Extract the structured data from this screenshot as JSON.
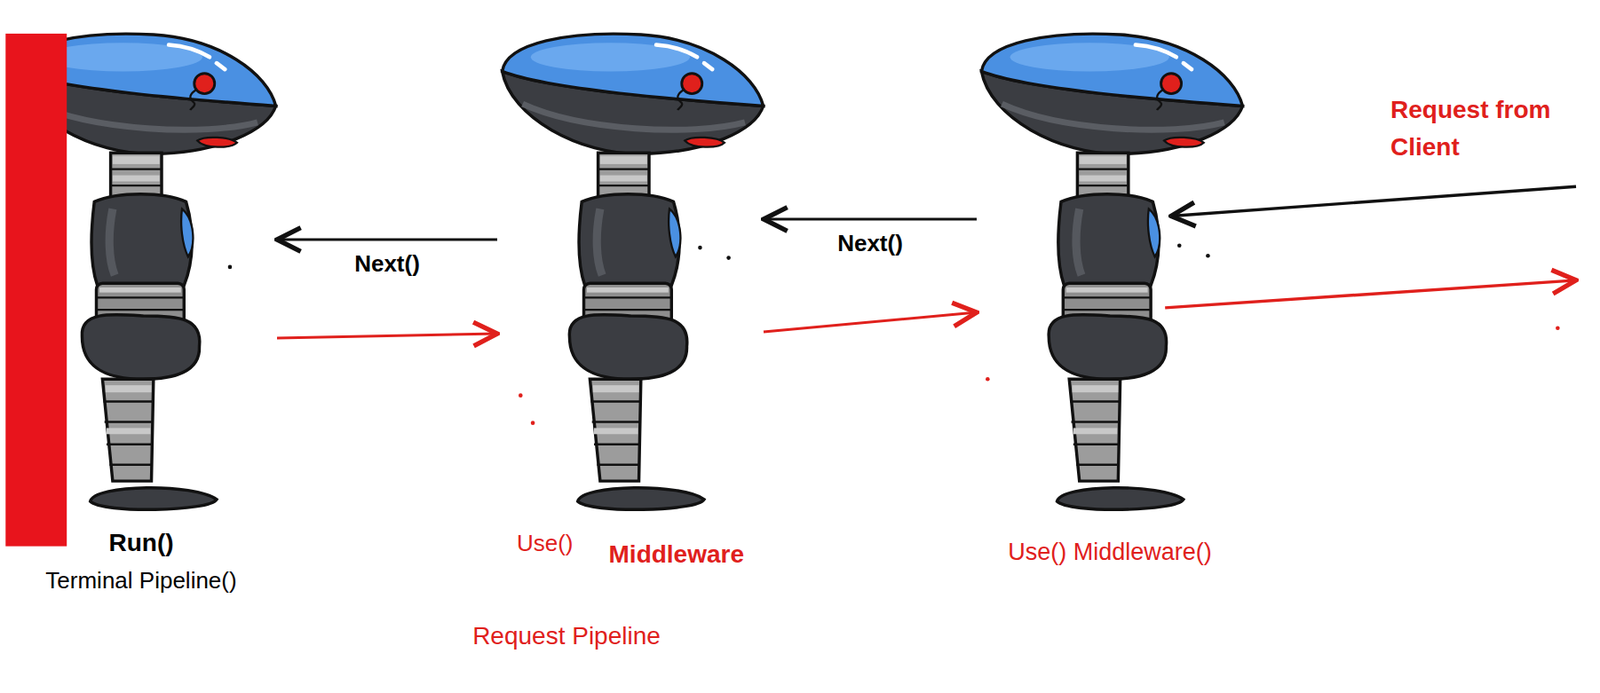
{
  "diagram": {
    "nodes": [
      {
        "text": [
          "Run()",
          "Terminal Pipeline()"
        ]
      },
      {
        "text": [
          "Use()",
          "Middleware"
        ]
      },
      {
        "text": [
          "Use() Middleware()"
        ]
      }
    ],
    "edges": [
      {
        "from": 1,
        "to": 0,
        "label": "Next()",
        "arrow": "to"
      },
      {
        "from": 2,
        "to": 1,
        "label": "Next()",
        "arrow": "to"
      },
      {
        "from": 0,
        "to": 1,
        "arrow": "to"
      },
      {
        "from": 1,
        "to": 2,
        "arrow": "to"
      }
    ],
    "labels": [
      "Request from Client",
      "Request Pipeline"
    ]
  }
}
